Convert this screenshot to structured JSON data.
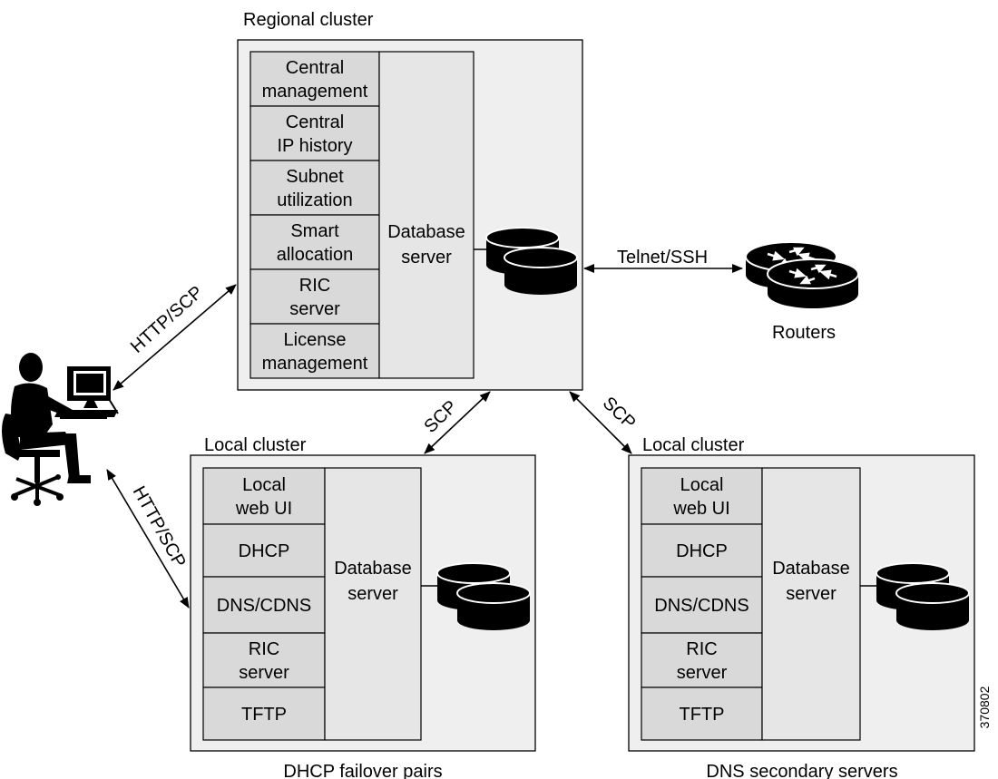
{
  "regional": {
    "title": "Regional cluster",
    "modules": [
      [
        "Central",
        "management"
      ],
      [
        "Central",
        "IP history"
      ],
      [
        "Subnet",
        "utilization"
      ],
      [
        "Smart",
        "allocation"
      ],
      [
        "RIC",
        "server"
      ],
      [
        "License",
        "management"
      ]
    ],
    "db": [
      "Database",
      "server"
    ]
  },
  "local_left": {
    "title": "Local cluster",
    "modules": [
      [
        "Local",
        "web UI"
      ],
      [
        "DHCP"
      ],
      [
        "DNS/CDNS"
      ],
      [
        "RIC",
        "server"
      ],
      [
        "TFTP"
      ]
    ],
    "db": [
      "Database",
      "server"
    ],
    "caption": "DHCP failover pairs"
  },
  "local_right": {
    "title": "Local cluster",
    "modules": [
      [
        "Local",
        "web UI"
      ],
      [
        "DHCP"
      ],
      [
        "DNS/CDNS"
      ],
      [
        "RIC",
        "server"
      ],
      [
        "TFTP"
      ]
    ],
    "db": [
      "Database",
      "server"
    ],
    "caption": "DNS secondary servers"
  },
  "links": {
    "http_scp_upper": "HTTP/SCP",
    "http_scp_lower": "HTTP/SCP",
    "scp_left": "SCP",
    "scp_right": "SCP",
    "telnet": "Telnet/SSH"
  },
  "routers_label": "Routers",
  "figure_id": "370802"
}
